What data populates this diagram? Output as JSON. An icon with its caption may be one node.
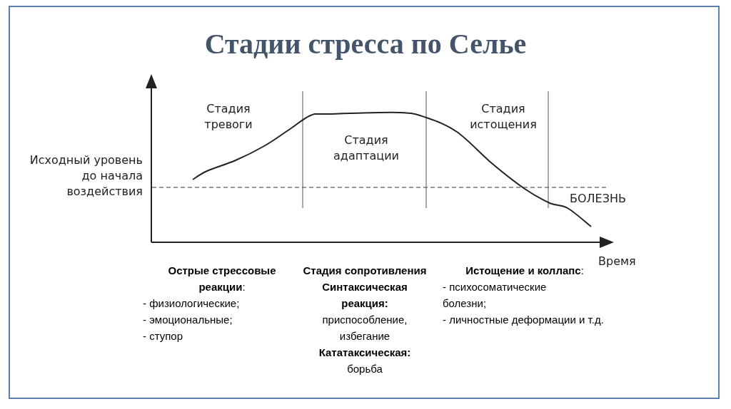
{
  "diagram": {
    "title": "Стадии стресса по Селье",
    "labels": [
      "Стадия тревоги",
      "Стадия адаптации",
      "Стадия истощения",
      "Исходный уровень до начала воздействия",
      "БОЛЕЗНЬ",
      "Время",
      "**Острые стрессовые реакции**:",
      "- физиологические;",
      "- эмоциональные;",
      "- ступор",
      "Стадия сопротивления",
      "Синтаксическая реакция:",
      "приспособление, избегание",
      "Кататаксическая:",
      "борьба",
      "**Истощение и коллапс**:",
      "- психосоматические болезни;",
      "- личностные деформации и т.д."
    ]
  }
}
